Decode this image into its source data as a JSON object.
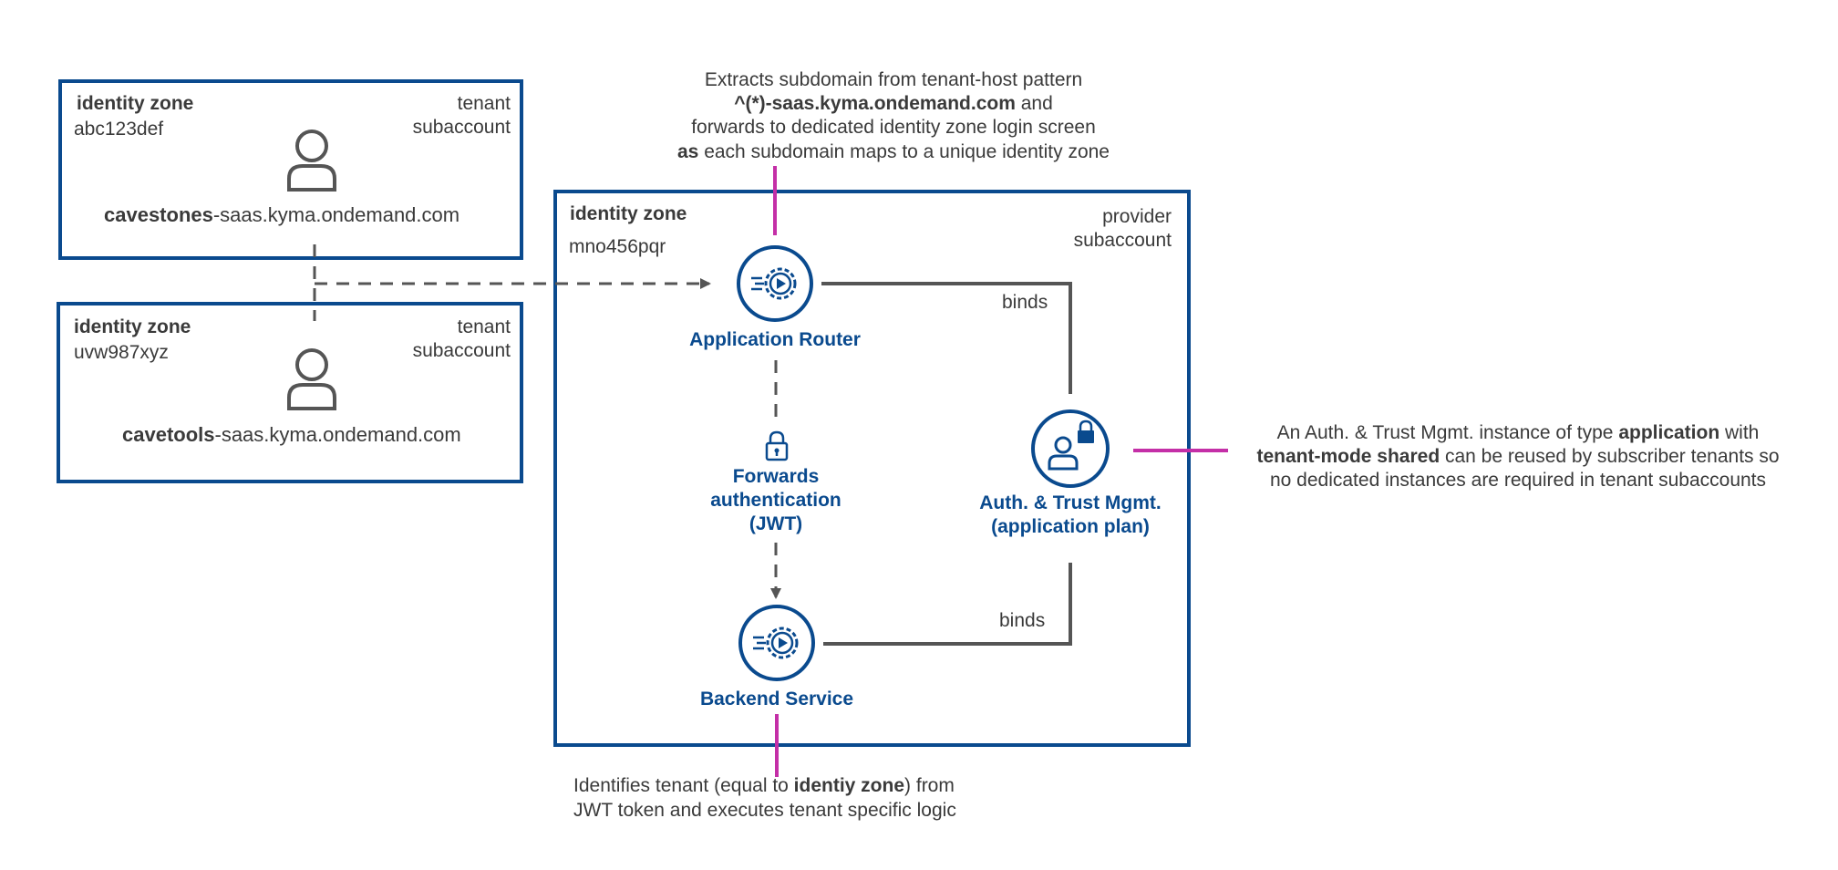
{
  "tenant_a": {
    "zone_label": "identity zone",
    "zone_id": "abc123def",
    "account_line1": "tenant",
    "account_line2": "subaccount",
    "host_bold": "cavestones",
    "host_rest": "-saas.kyma.ondemand.com"
  },
  "tenant_b": {
    "zone_label": "identity zone",
    "zone_id": "uvw987xyz",
    "account_line1": "tenant",
    "account_line2": "subaccount",
    "host_bold": "cavetools",
    "host_rest": "-saas.kyma.ondemand.com"
  },
  "provider": {
    "zone_label": "identity zone",
    "zone_id": "mno456pqr",
    "account_line1": "provider",
    "account_line2": "subaccount"
  },
  "nodes": {
    "app_router": "Application Router",
    "forwards_line1": "Forwards",
    "forwards_line2": "authentication",
    "forwards_line3": "(JWT)",
    "xsuaa_line1": "Auth. & Trust Mgmt.",
    "xsuaa_line2": "(application plan)",
    "backend": "Backend Service",
    "binds_top": "binds",
    "binds_bottom": "binds"
  },
  "notes": {
    "top_line1": "Extracts subdomain from tenant-host pattern",
    "top_line2_bold": "^(*)-saas.kyma.ondemand.com",
    "top_line2_rest": " and",
    "top_line3": "forwards to dedicated identity zone login screen",
    "top_line4_bold": "as",
    "top_line4_rest": " each subdomain maps to a unique identity zone",
    "right_line1_a": "An Auth. & Trust Mgmt. instance of type ",
    "right_line1_bold": "application",
    "right_line1_b": " with",
    "right_line2_bold": "tenant-mode shared",
    "right_line2_rest": " can be reused by subscriber tenants so",
    "right_line3": "no dedicated instances are required in tenant subaccounts",
    "bottom_line1_a": "Identifies tenant (equal to ",
    "bottom_line1_bold": "identiy zone",
    "bottom_line1_b": ") from",
    "bottom_line2": "JWT token and executes tenant specific logic"
  },
  "colors": {
    "border_blue": "#0a4a8e",
    "annotation_magenta": "#c42fa7",
    "line_gray": "#555555"
  }
}
